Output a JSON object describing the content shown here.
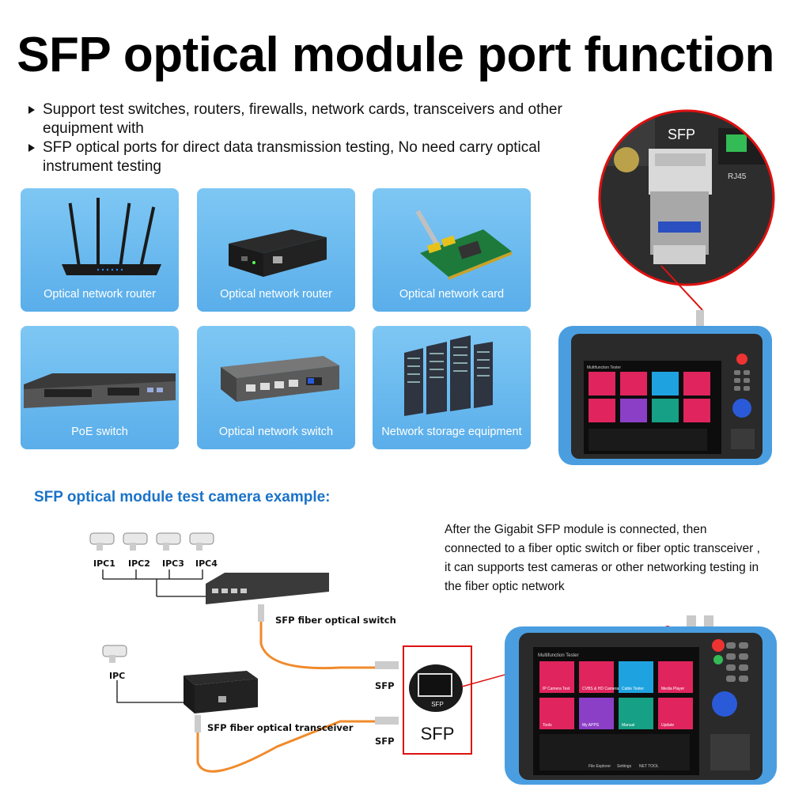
{
  "title": "SFP optical module port function",
  "bullets": [
    "Support test switches, routers, firewalls, network cards, transceivers and other equipment with",
    "SFP optical ports for direct data transmission testing, No need carry optical instrument testing"
  ],
  "cards": [
    {
      "label": "Optical network router",
      "icon": "wifi-router-icon"
    },
    {
      "label": "Optical network router",
      "icon": "media-converter-icon"
    },
    {
      "label": "Optical network card",
      "icon": "network-card-icon"
    },
    {
      "label": "PoE switch",
      "icon": "rack-switch-icon"
    },
    {
      "label": "Optical network switch",
      "icon": "desktop-switch-icon"
    },
    {
      "label": "Network storage equipment",
      "icon": "server-rack-icon"
    }
  ],
  "callout_label": "SFP",
  "callout_port_text": "RJ45",
  "section_heading": "SFP optical module test camera example:",
  "description": "After the Gigabit SFP module is connected, then connected to a fiber optic switch or fiber optic transceiver , it can supports test cameras or other networking testing  in the fiber optic network",
  "diagram": {
    "ipc_labels": [
      "IPC1",
      "IPC2",
      "IPC3",
      "IPC4"
    ],
    "ipc_single": "IPC",
    "switch_label": "SFP fiber optical switch",
    "transceiver_label": "SFP fiber optical transceiver",
    "sfp_label_1": "SFP",
    "sfp_label_2": "SFP",
    "sfp_box_label": "SFP",
    "sfp_box_small": "SFP"
  },
  "tester": {
    "header": "Multifunction Tester",
    "apps": [
      {
        "label": "IP Camera Test",
        "color": "#e0245e"
      },
      {
        "label": "CVBS & HD Camera",
        "color": "#e0245e"
      },
      {
        "label": "Cable Tester",
        "color": "#1fa3e0"
      },
      {
        "label": "Media Player",
        "color": "#e0245e"
      },
      {
        "label": "Tools",
        "color": "#e0245e"
      },
      {
        "label": "My APPS",
        "color": "#8b3fc6"
      },
      {
        "label": "Manual",
        "color": "#16a085"
      },
      {
        "label": "Update",
        "color": "#e0245e"
      }
    ],
    "dock": [
      "File Explorer",
      "Settings",
      "NET TOOL"
    ]
  },
  "colors": {
    "card_blue": "#6bbaf0",
    "heading_blue": "#1a73c8",
    "tester_frame": "#4a9ee0",
    "fiber_orange": "#f08a2a",
    "callout_red": "#dd1111"
  }
}
